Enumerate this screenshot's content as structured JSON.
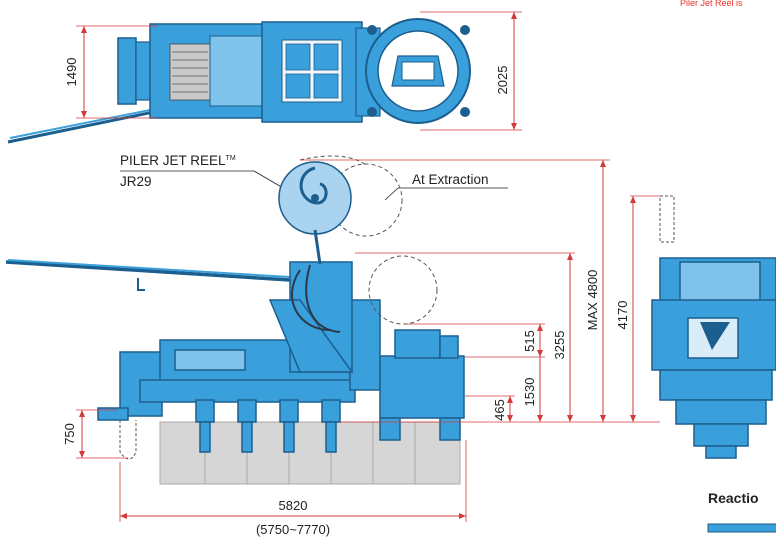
{
  "note_top_right": "Piler Jet Reel is",
  "product_label": {
    "name": "PILER JET REEL",
    "trademark": "TM",
    "model": "JR29"
  },
  "at_extraction_label": "At Extraction",
  "dimensions": {
    "top_view_width": "1490",
    "top_view_overall": "2025",
    "max_height": "MAX 4800",
    "height_3255": "3255",
    "height_515": "515",
    "height_1530": "1530",
    "height_465": "465",
    "height_750": "750",
    "length": "5820",
    "length_range": "(5750~7770)",
    "side_height": "4170"
  },
  "reaction_label": "Reactio",
  "colors": {
    "machine": "#3aa0dc",
    "machine_dark": "#1c5e8e",
    "reel": "#a9d3ee",
    "ground": "#d6d6d6",
    "dim_line": "#d23b3b",
    "text": "#222222",
    "note": "#e8302a"
  }
}
